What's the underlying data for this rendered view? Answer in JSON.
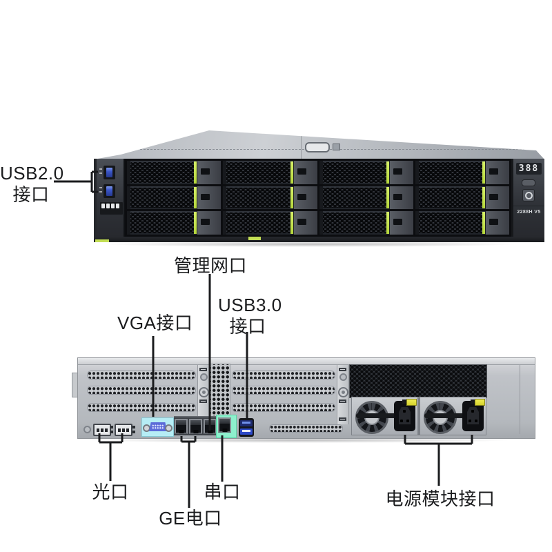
{
  "annotations": {
    "usb2": {
      "line1": "USB2.0",
      "line2": "接口"
    },
    "mgmt": {
      "label": "管理网口"
    },
    "vga": {
      "label": "VGA接口"
    },
    "usb3": {
      "line1": "USB3.0",
      "line2": "接口"
    },
    "optical": {
      "label": "光口"
    },
    "ge": {
      "label": "GE电口"
    },
    "serial": {
      "label": "串口"
    },
    "power": {
      "label": "电源模块接口"
    }
  },
  "server": {
    "front": {
      "display_value": "388",
      "model": "2288H V5",
      "drive_bays": {
        "rows": 3,
        "columns": 4
      },
      "usb_port_count": 2
    },
    "rear": {
      "psu_count": 2,
      "rj45_group_count": 3,
      "sfp_count": 2,
      "usb3_count": 2
    }
  },
  "colors": {
    "accent_green": "#c3de55",
    "vga_panel_cyan": "#b6edf5",
    "mgmt_panel_mint": "#8df0cd",
    "usb_blue": "#3a55c8",
    "psu_latch_yellow": "#e3e03c"
  }
}
